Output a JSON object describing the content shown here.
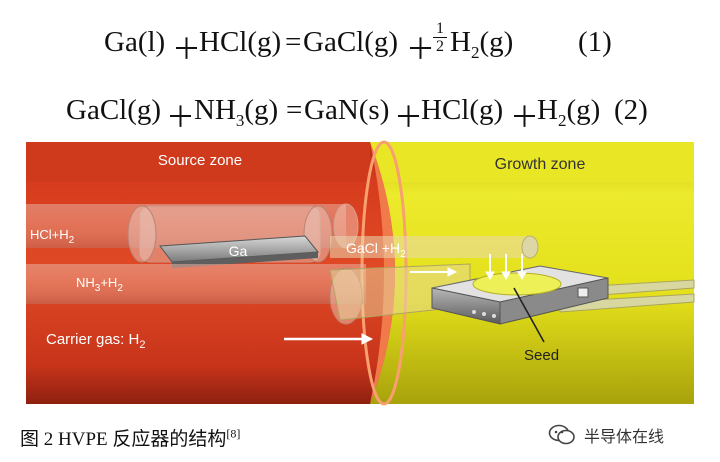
{
  "equations": {
    "eq1": {
      "lhs": "Ga(l)",
      "plus1": "＋",
      "reactant2": "HCl(g)",
      "equals": "=",
      "product1": "GaCl(g)",
      "plus2": "＋",
      "frac_num": "1",
      "frac_den": "2",
      "product2_base": "H",
      "product2_sub": "2",
      "product2_state": "(g)",
      "number": "(1)"
    },
    "eq2": {
      "r1": "GaCl(g)",
      "plus1": "＋",
      "r2_base": "NH",
      "r2_sub": "3",
      "r2_state": "(g)",
      "equals": "=",
      "p1": "GaN(s)",
      "plus2": "＋",
      "p2": "HCl(g)",
      "plus3": "＋",
      "p3_base": "H",
      "p3_sub": "2",
      "p3_state": "(g)",
      "number": "(2)"
    }
  },
  "diagram": {
    "source_zone": "Source zone",
    "growth_zone": "Growth zone",
    "hcl_label": "HCl+H",
    "hcl_sub": "2",
    "ga_label": "Ga",
    "gacl_label": "GaCl +H",
    "gacl_sub": "2",
    "nh3_label_a": "NH",
    "nh3_sub1": "3",
    "nh3_label_b": "+H",
    "nh3_sub2": "2",
    "carrier_label": "Carrier gas: H",
    "carrier_sub": "2",
    "seed_label": "Seed",
    "colors": {
      "source_red": "#d23a1c",
      "growth_yellow": "#e6e21a"
    }
  },
  "caption": {
    "text": "图 2 HVPE 反应器的结构",
    "ref": "[8]"
  },
  "watermark": {
    "text": "半导体在线",
    "icon": "wechat-icon"
  }
}
